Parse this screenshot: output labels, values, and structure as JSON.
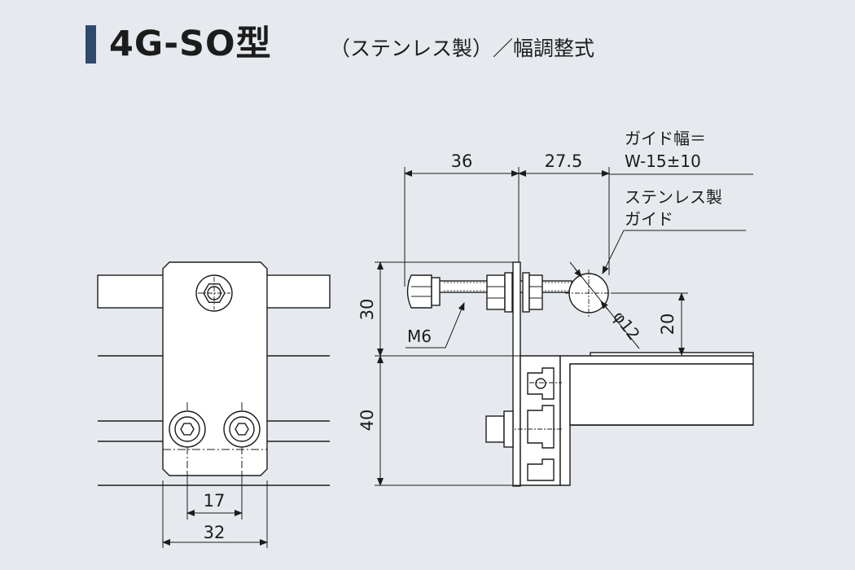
{
  "title": {
    "model": "4G-SO型",
    "subtitle": "（ステンレス製）／幅調整式"
  },
  "dimensions": {
    "d36": "36",
    "d27_5": "27.5",
    "d30": "30",
    "d40": "40",
    "d20": "20",
    "phi12": "φ12",
    "d17": "17",
    "d32": "32"
  },
  "labels": {
    "guide_width_line1": "ガイド幅＝",
    "guide_width_line2": "W-15±10",
    "stainless_guide_line1": "ステンレス製",
    "stainless_guide_line2": "ガイド",
    "m6": "M6"
  },
  "colors": {
    "background": "#e6eaee",
    "title_bar": "#2f4a6c",
    "ink": "#1c1c1c",
    "part_fill": "#ffffff"
  }
}
